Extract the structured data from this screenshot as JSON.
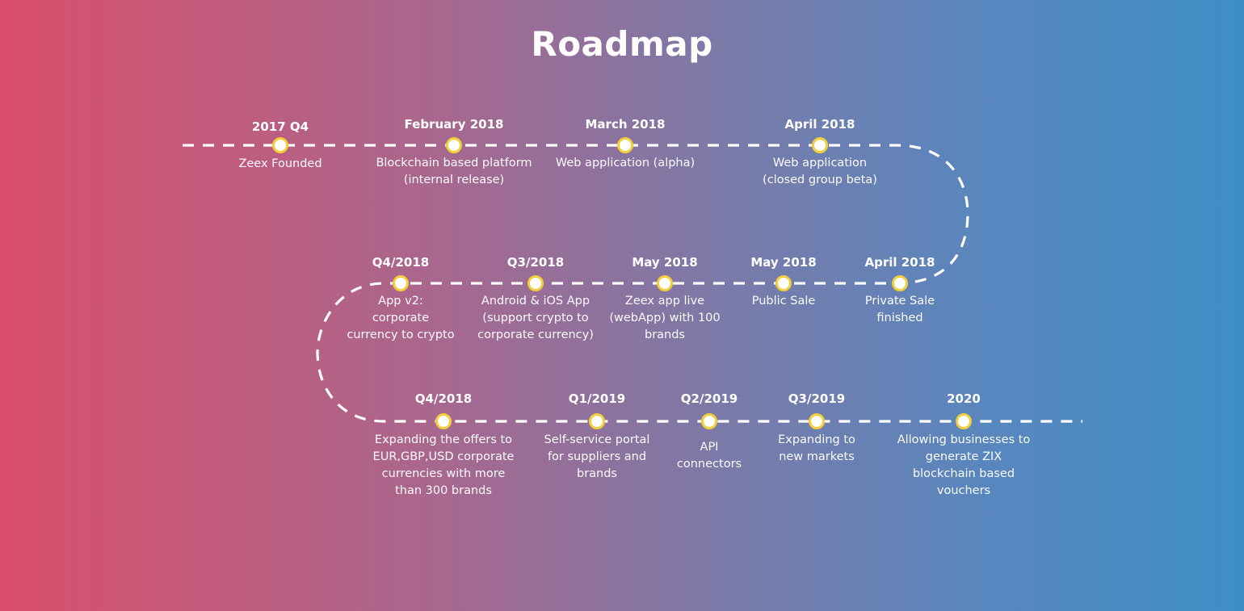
{
  "title": "Roadmap",
  "colors": {
    "node_ring": "#f2cf3a",
    "line": "#ffffff",
    "gradient_left": "#db4f6b",
    "gradient_right": "#3e8ec6"
  },
  "rows": [
    {
      "milestones": [
        {
          "date": "2017 Q4",
          "desc": "Zeex Founded"
        },
        {
          "date": "February 2018",
          "desc": "Blockchain based platform\n(internal release)"
        },
        {
          "date": "March 2018",
          "desc": "Web application (alpha)"
        },
        {
          "date": "April 2018",
          "desc": "Web application\n(closed group beta)"
        }
      ]
    },
    {
      "milestones": [
        {
          "date": "Q4/2018",
          "desc": "App v2:\ncorporate\ncurrency to crypto"
        },
        {
          "date": "Q3/2018",
          "desc": "Android & iOS App\n(support crypto to\ncorporate currency)"
        },
        {
          "date": "May 2018",
          "desc": "Zeex app live\n(webApp) with 100\nbrands"
        },
        {
          "date": "May 2018",
          "desc": "Public Sale"
        },
        {
          "date": "April 2018",
          "desc": "Private Sale\nfinished"
        }
      ]
    },
    {
      "milestones": [
        {
          "date": "Q4/2018",
          "desc": "Expanding the offers to\nEUR,GBP,USD corporate\ncurrencies with more\nthan 300 brands"
        },
        {
          "date": "Q1/2019",
          "desc": "Self-service portal\nfor suppliers and\nbrands"
        },
        {
          "date": "Q2/2019",
          "desc": "API\nconnectors"
        },
        {
          "date": "Q3/2019",
          "desc": "Expanding to\nnew markets"
        },
        {
          "date": "2020",
          "desc": "Allowing businesses to\ngenerate ZIX\nblockchain based\nvouchers"
        }
      ]
    }
  ]
}
